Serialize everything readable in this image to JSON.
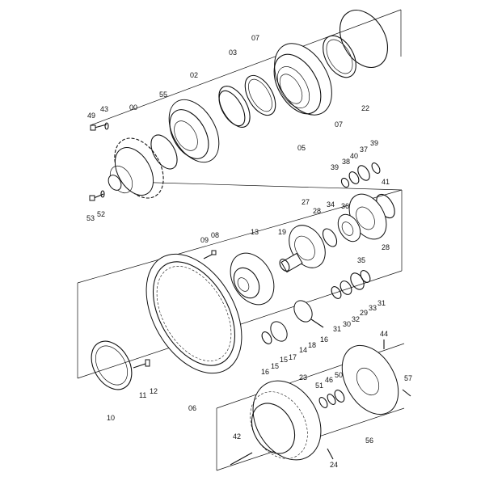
{
  "labels": {
    "p49": "49",
    "p43": "43",
    "p00": "00",
    "p55": "55",
    "p02": "02",
    "p03": "03",
    "p07a": "07",
    "p07b": "07",
    "p05": "05",
    "p22": "22",
    "p53": "53",
    "p52": "52",
    "p39a": "39",
    "p39b": "39",
    "p38": "38",
    "p40": "40",
    "p37": "37",
    "p41": "41",
    "p27": "27",
    "p34": "34",
    "p28a": "28",
    "p28b": "28",
    "p36": "36",
    "p35": "35",
    "p09": "09",
    "p08": "08",
    "p13": "13",
    "p19": "19",
    "p31a": "31",
    "p30": "30",
    "p32": "32",
    "p29": "29",
    "p33": "33",
    "p31b": "31",
    "p16a": "16",
    "p15a": "15",
    "p17": "17",
    "p14": "14",
    "p18": "18",
    "p16b": "16",
    "p15b": "15",
    "p44": "44",
    "p23": "23",
    "p51": "51",
    "p46": "46",
    "p50": "50",
    "p57": "57",
    "p11": "11",
    "p12": "12",
    "p10": "10",
    "p06": "06",
    "p42": "42",
    "p24": "24",
    "p56": "56"
  }
}
